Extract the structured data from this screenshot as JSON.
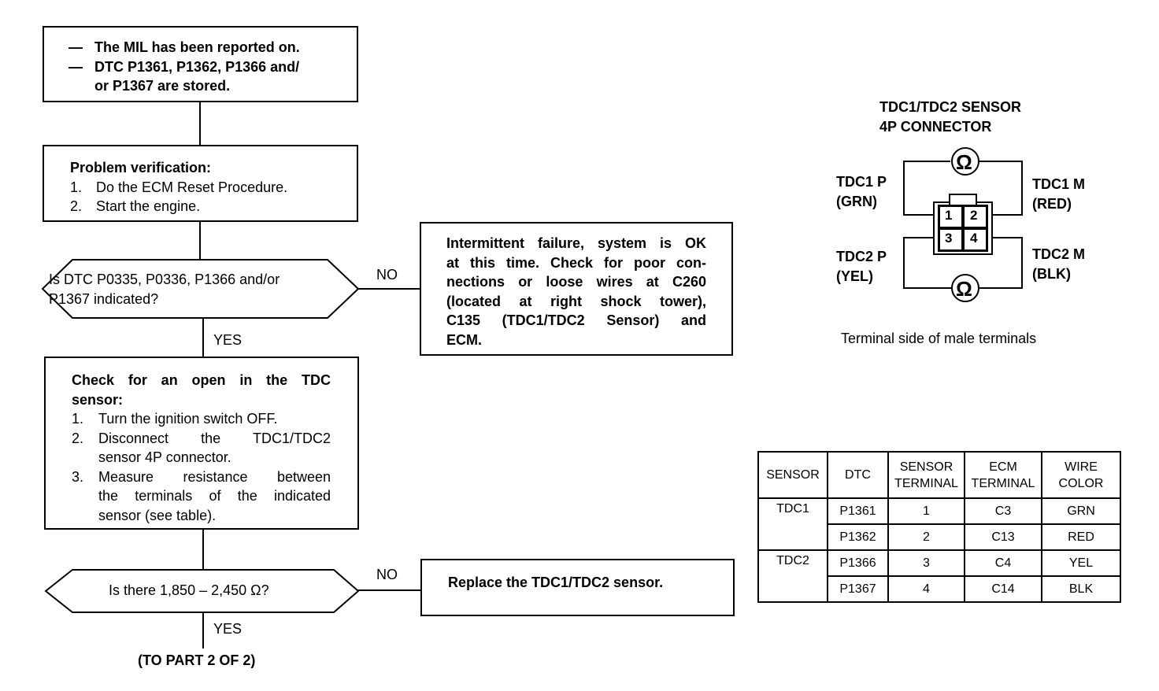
{
  "flowchart": {
    "start_box": {
      "items": [
        "The MIL has been reported on.",
        "DTC P1361, P1362, P1366 and/",
        "or P1367 are stored."
      ]
    },
    "verify_box": {
      "title": "Problem verification:",
      "steps": [
        "1.",
        "Do the ECM Reset Procedure.",
        "2.",
        "Start the engine."
      ]
    },
    "decision1": {
      "line1": "Is DTC P0335, P0336, P1366 and/or",
      "line2": "P1367 indicated?",
      "no_label": "NO",
      "yes_label": "YES"
    },
    "intermittent_box": {
      "lines": [
        "Intermittent failure, system is OK",
        "at this time. Check for poor con-",
        "nections or loose wires at C260",
        "(located at right shock tower),",
        "C135 (TDC1/TDC2 Sensor) and",
        "ECM."
      ]
    },
    "check_box": {
      "title1": "Check for an open in the TDC",
      "title2": "sensor:",
      "steps": [
        {
          "num": "1.",
          "line1": "Turn the ignition switch OFF.",
          "line2": "",
          "line3": ""
        },
        {
          "num": "2.",
          "line1": "Disconnect the TDC1/TDC2",
          "line2": "sensor 4P connector.",
          "line3": ""
        },
        {
          "num": "3.",
          "line1": "Measure resistance between",
          "line2": "the terminals of the indicated",
          "line3": "sensor (see table)."
        }
      ]
    },
    "decision2": {
      "text": "Is there 1,850 – 2,450 Ω?",
      "no_label": "NO",
      "yes_label": "YES"
    },
    "replace_box": {
      "text": "Replace the TDC1/TDC2 sensor."
    },
    "next_part": "(TO PART 2 OF 2)"
  },
  "connector": {
    "title1": "TDC1/TDC2 SENSOR",
    "title2": "4P CONNECTOR",
    "tdc1p": "TDC1 P",
    "tdc1p_color": "(GRN)",
    "tdc1m": "TDC1 M",
    "tdc1m_color": "(RED)",
    "tdc2p": "TDC2 P",
    "tdc2p_color": "(YEL)",
    "tdc2m": "TDC2 M",
    "tdc2m_color": "(BLK)",
    "ohm": "Ω",
    "pins": [
      "1",
      "2",
      "3",
      "4"
    ],
    "caption": "Terminal side of male terminals"
  },
  "table": {
    "headers": {
      "sensor": "SENSOR",
      "dtc": "DTC",
      "sensor_terminal1": "SENSOR",
      "sensor_terminal2": "TERMINAL",
      "ecm_terminal1": "ECM",
      "ecm_terminal2": "TERMINAL",
      "wire1": "WIRE",
      "wire2": "COLOR"
    },
    "rows": [
      {
        "sensor": "TDC1",
        "dtc": "P1361",
        "terminal": "1",
        "ecm": "C3",
        "wire": "GRN"
      },
      {
        "sensor": "",
        "dtc": "P1362",
        "terminal": "2",
        "ecm": "C13",
        "wire": "RED"
      },
      {
        "sensor": "TDC2",
        "dtc": "P1366",
        "terminal": "3",
        "ecm": "C4",
        "wire": "YEL"
      },
      {
        "sensor": "",
        "dtc": "P1367",
        "terminal": "4",
        "ecm": "C14",
        "wire": "BLK"
      }
    ]
  }
}
